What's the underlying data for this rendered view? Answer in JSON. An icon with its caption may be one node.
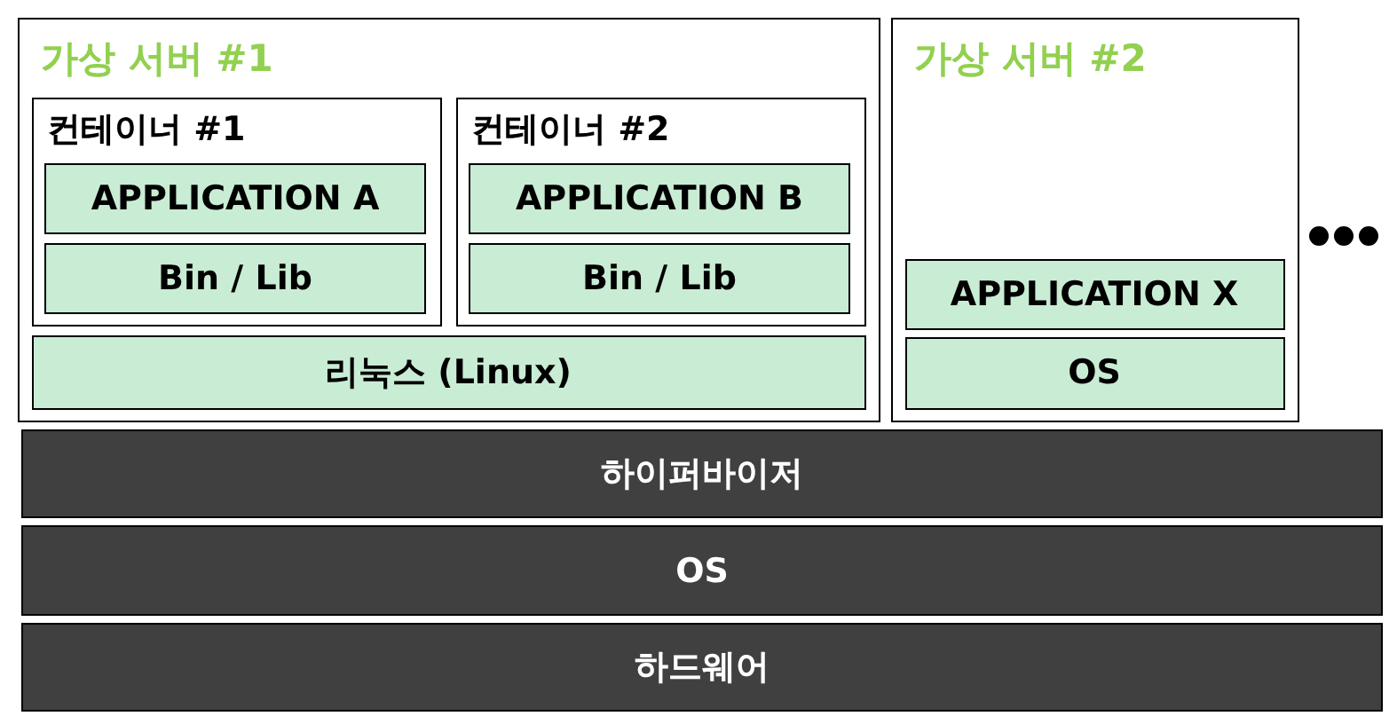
{
  "diagram": {
    "nodes": [
      {
        "text": [
          "가상 서버 #1"
        ]
      },
      {
        "text": [
          "컨테이너 #1"
        ],
        "in": 0
      },
      {
        "text": [
          "APPLICATION A"
        ],
        "in": 1
      },
      {
        "text": [
          "Bin / Lib"
        ],
        "in": 1
      },
      {
        "text": [
          "컨테이너 #2"
        ],
        "in": 0
      },
      {
        "text": [
          "APPLICATION B"
        ],
        "in": 4
      },
      {
        "text": [
          "Bin / Lib"
        ],
        "in": 4
      },
      {
        "text": [
          "리눅스 (Linux)"
        ],
        "in": 0
      },
      {
        "text": [
          "가상 서버 #2"
        ]
      },
      {
        "text": [
          "APPLICATION X"
        ],
        "in": 8
      },
      {
        "text": [
          "OS"
        ],
        "in": 8
      },
      {
        "text": [
          "하이퍼바이저"
        ]
      },
      {
        "text": [
          "OS"
        ]
      },
      {
        "text": [
          "하드웨어"
        ]
      }
    ]
  }
}
